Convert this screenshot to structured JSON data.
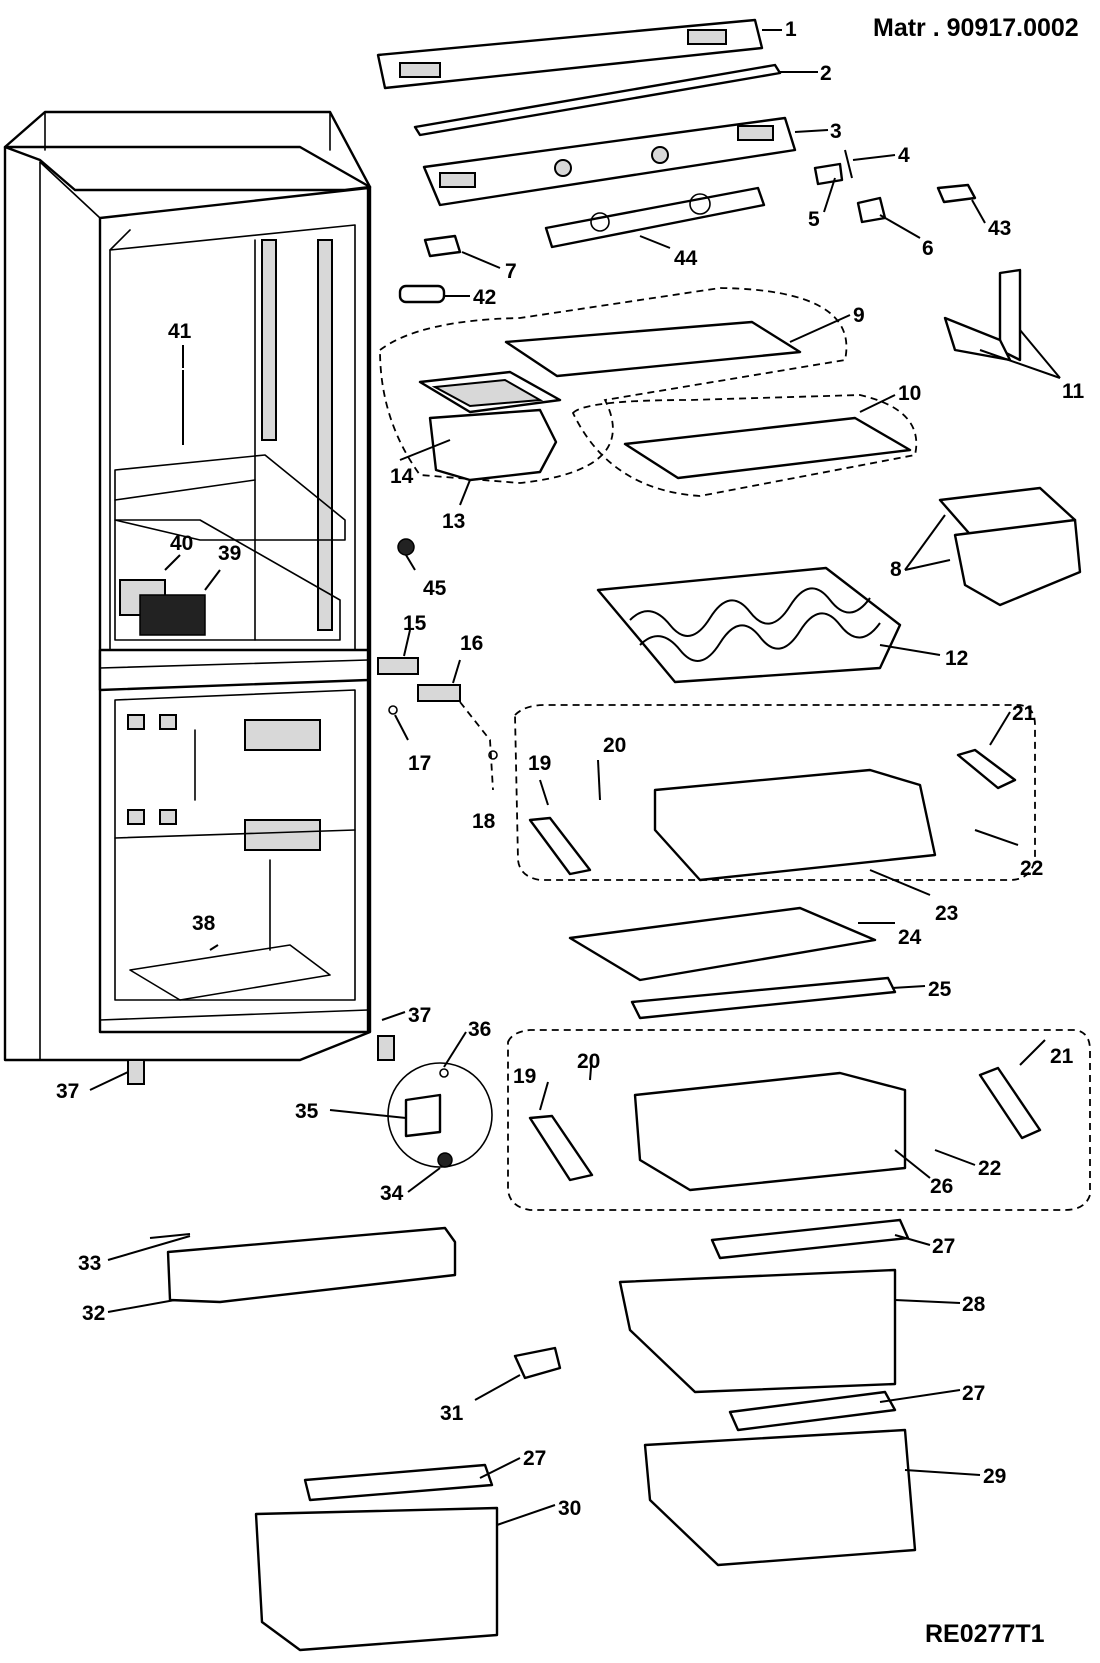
{
  "header": {
    "matr": "Matr . 90917.0002"
  },
  "footer": {
    "code": "RE0277T1"
  },
  "labels": {
    "p1": "1",
    "p2": "2",
    "p3": "3",
    "p4": "4",
    "p5": "5",
    "p6": "6",
    "p7": "7",
    "p8": "8",
    "p9": "9",
    "p10": "10",
    "p11": "11",
    "p12": "12",
    "p13": "13",
    "p14": "14",
    "p15": "15",
    "p16": "16",
    "p17": "17",
    "p18": "18",
    "p19a": "19",
    "p19b": "19",
    "p20a": "20",
    "p20b": "20",
    "p21a": "21",
    "p21b": "21",
    "p22a": "22",
    "p22b": "22",
    "p23": "23",
    "p24": "24",
    "p25": "25",
    "p26": "26",
    "p27a": "27",
    "p27b": "27",
    "p27c": "27",
    "p28": "28",
    "p29": "29",
    "p30": "30",
    "p31": "31",
    "p32": "32",
    "p33": "33",
    "p34": "34",
    "p35": "35",
    "p36": "36",
    "p37a": "37",
    "p37b": "37",
    "p38": "38",
    "p39": "39",
    "p40": "40",
    "p41": "41",
    "p42": "42",
    "p43": "43",
    "p44": "44",
    "p45": "45"
  }
}
